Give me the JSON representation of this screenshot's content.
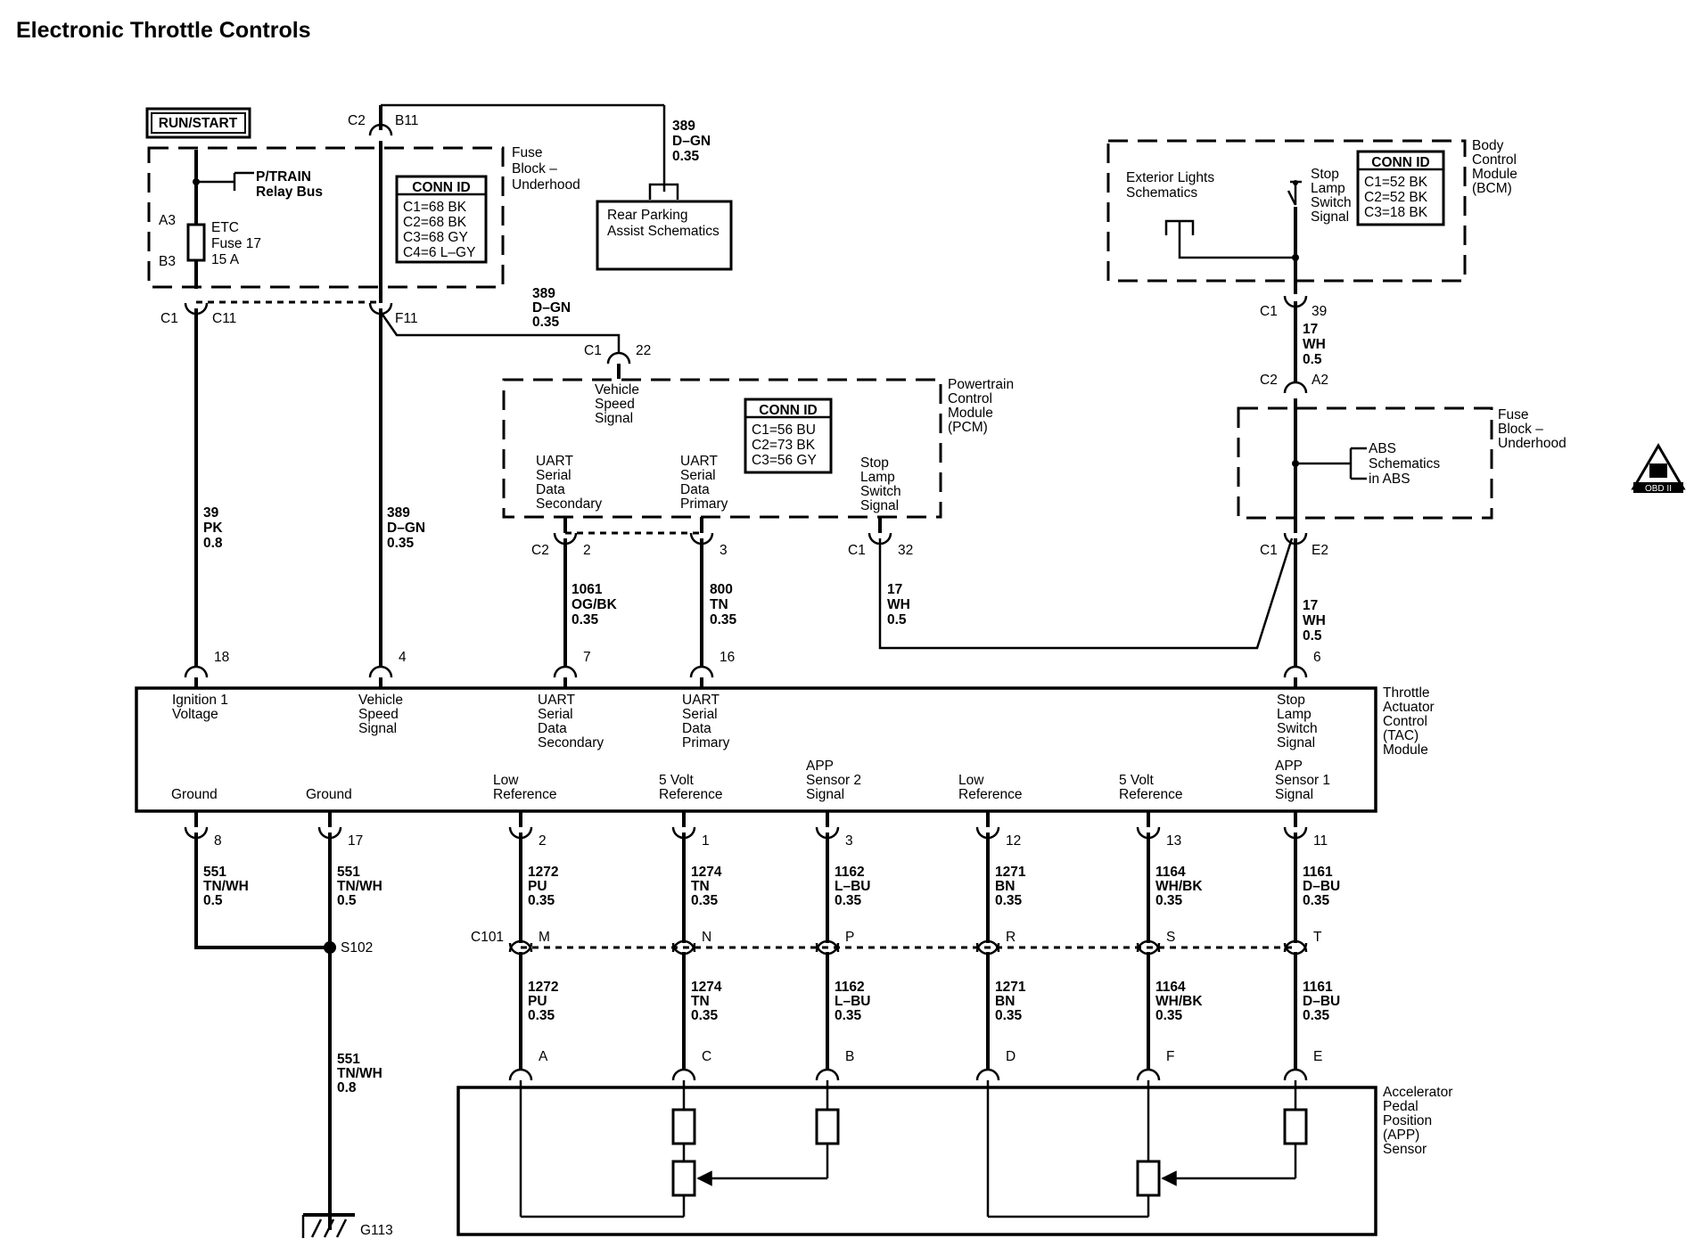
{
  "title": "Electronic Throttle Controls",
  "run_start": "RUN/START",
  "fuse_block_top": {
    "label": [
      "Fuse",
      "Block –",
      "Underhood"
    ],
    "conn_id_title": "CONN ID",
    "conn_id": [
      "C1=68 BK",
      "C2=68 BK",
      "C3=68 GY",
      "C4=6 L–GY"
    ],
    "ptrain": [
      "P/TRAIN",
      "Relay Bus"
    ],
    "fuse": [
      "ETC",
      "Fuse 17",
      "15 A"
    ],
    "a3": "A3",
    "b3": "B3",
    "c2": "C2",
    "b11": "B11",
    "c1": "C1",
    "c11": "C11",
    "f11": "F11"
  },
  "rear_park": [
    "Rear Parking",
    "Assist Schematics"
  ],
  "wire_389_top": [
    "389",
    "D–GN",
    "0.35"
  ],
  "wire_389_mid": [
    "389",
    "D–GN",
    "0.35"
  ],
  "wire_389_left": [
    "389",
    "D–GN",
    "0.35"
  ],
  "wire_39": [
    "39",
    "PK",
    "0.8"
  ],
  "pcm": {
    "label": [
      "Powertrain",
      "Control",
      "Module",
      "(PCM)"
    ],
    "conn_id_title": "CONN ID",
    "conn_id": [
      "C1=56 BU",
      "C2=73 BK",
      "C3=56 GY"
    ],
    "vss": [
      "Vehicle",
      "Speed",
      "Signal"
    ],
    "uart_sec": [
      "UART",
      "Serial",
      "Data",
      "Secondary"
    ],
    "uart_pri": [
      "UART",
      "Serial",
      "Data",
      "Primary"
    ],
    "stop": [
      "Stop",
      "Lamp",
      "Switch",
      "Signal"
    ],
    "c1_22": [
      "C1",
      "22"
    ],
    "c2_2": [
      "C2",
      "2"
    ],
    "pin3": "3",
    "c1_32": [
      "C1",
      "32"
    ]
  },
  "wire_1061": [
    "1061",
    "OG/BK",
    "0.35"
  ],
  "wire_800": [
    "800",
    "TN",
    "0.35"
  ],
  "wire_17_pcm": [
    "17",
    "WH",
    "0.5"
  ],
  "bcm": {
    "label": [
      "Body",
      "Control",
      "Module",
      "(BCM)"
    ],
    "conn_id_title": "CONN ID",
    "conn_id": [
      "C1=52 BK",
      "C2=52 BK",
      "C3=18 BK"
    ],
    "ext": [
      "Exterior Lights",
      "Schematics"
    ],
    "stop": [
      "Stop",
      "Lamp",
      "Switch",
      "Signal"
    ],
    "c1_39": [
      "C1",
      "39"
    ]
  },
  "wire_17_top": [
    "17",
    "WH",
    "0.5"
  ],
  "wire_17_bottom": [
    "17",
    "WH",
    "0.5"
  ],
  "fuse_block_right": {
    "label": [
      "Fuse",
      "Block –",
      "Underhood"
    ],
    "abs": [
      "ABS",
      "Schematics",
      "in ABS"
    ],
    "c2_a2": [
      "C2",
      "A2"
    ],
    "c1_e2": [
      "C1",
      "E2"
    ]
  },
  "obd": "OBD II",
  "tac": {
    "label": [
      "Throttle",
      "Actuator",
      "Control",
      "(TAC)",
      "Module"
    ],
    "ign": [
      "Ignition 1",
      "Voltage"
    ],
    "vss": [
      "Vehicle",
      "Speed",
      "Signal"
    ],
    "uart_sec": [
      "UART",
      "Serial",
      "Data",
      "Secondary"
    ],
    "uart_pri": [
      "UART",
      "Serial",
      "Data",
      "Primary"
    ],
    "stop": [
      "Stop",
      "Lamp",
      "Switch",
      "Signal"
    ],
    "ground1": "Ground",
    "ground2": "Ground",
    "low_ref1": [
      "Low",
      "Reference"
    ],
    "v5_ref1": [
      "5 Volt",
      "Reference"
    ],
    "app2": [
      "APP",
      "Sensor 2",
      "Signal"
    ],
    "low_ref2": [
      "Low",
      "Reference"
    ],
    "v5_ref2": [
      "5 Volt",
      "Reference"
    ],
    "app1": [
      "APP",
      "Sensor 1",
      "Signal"
    ],
    "top_pins": [
      "18",
      "4",
      "7",
      "16",
      "6"
    ],
    "bottom_pins": [
      "8",
      "17",
      "2",
      "1",
      "3",
      "12",
      "13",
      "11"
    ]
  },
  "wire_551a": [
    "551",
    "TN/WH",
    "0.5"
  ],
  "wire_551b": [
    "551",
    "TN/WH",
    "0.5"
  ],
  "wire_551c": [
    "551",
    "TN/WH",
    "0.8"
  ],
  "s102": "S102",
  "g113": "G113",
  "c101": "C101",
  "c101_pins": [
    "M",
    "N",
    "P",
    "R",
    "S",
    "T"
  ],
  "upper_wires": [
    [
      "1272",
      "PU",
      "0.35"
    ],
    [
      "1274",
      "TN",
      "0.35"
    ],
    [
      "1162",
      "L–BU",
      "0.35"
    ],
    [
      "1271",
      "BN",
      "0.35"
    ],
    [
      "1164",
      "WH/BK",
      "0.35"
    ],
    [
      "1161",
      "D–BU",
      "0.35"
    ]
  ],
  "lower_wires": [
    [
      "1272",
      "PU",
      "0.35"
    ],
    [
      "1274",
      "TN",
      "0.35"
    ],
    [
      "1162",
      "L–BU",
      "0.35"
    ],
    [
      "1271",
      "BN",
      "0.35"
    ],
    [
      "1164",
      "WH/BK",
      "0.35"
    ],
    [
      "1161",
      "D–BU",
      "0.35"
    ]
  ],
  "app_pins": [
    "A",
    "C",
    "B",
    "D",
    "F",
    "E"
  ],
  "app_sensor": [
    "Accelerator",
    "Pedal",
    "Position",
    "(APP)",
    "Sensor"
  ]
}
